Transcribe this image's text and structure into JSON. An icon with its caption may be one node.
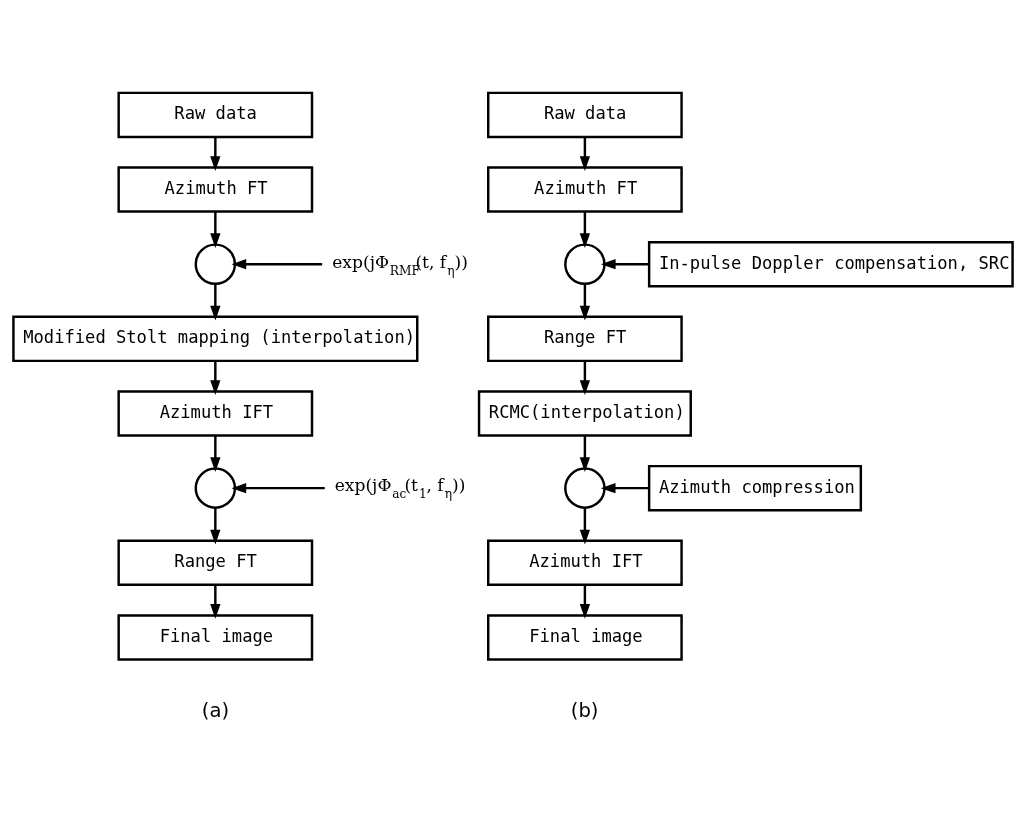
{
  "diagram": {
    "nodes": [
      {
        "text": [
          "Raw data"
        ]
      },
      {
        "text": [
          "Azimuth FT"
        ]
      },
      {
        "text": [],
        "shape": "circle"
      },
      {
        "text": [
          "exp(jΦ$_{RMF}$(t, f$_{η}$))"
        ]
      },
      {
        "text": [
          "Modified Stolt mapping (interpolation)"
        ]
      },
      {
        "text": [
          "Azimuth IFT"
        ]
      },
      {
        "text": [],
        "shape": "circle"
      },
      {
        "text": [
          "exp(jΦ$_{ac}$(t$_{1}$, f$_{η}$))"
        ]
      },
      {
        "text": [
          "Range FT"
        ]
      },
      {
        "text": [
          "Final image"
        ]
      },
      {
        "text": [
          "Raw data"
        ]
      },
      {
        "text": [
          "Azimuth FT"
        ]
      },
      {
        "text": [],
        "shape": "circle"
      },
      {
        "text": [
          "In-pulse Doppler compensation, SRC"
        ]
      },
      {
        "text": [
          "Range FT"
        ]
      },
      {
        "text": [
          "RCMC(interpolation)"
        ]
      },
      {
        "text": [],
        "shape": "circle"
      },
      {
        "text": [
          "Azimuth compression"
        ]
      },
      {
        "text": [
          "Azimuth IFT"
        ]
      },
      {
        "text": [
          "Final image"
        ]
      }
    ],
    "edges": [
      {
        "from": 0,
        "to": 1,
        "arrow": "to"
      },
      {
        "from": 1,
        "to": 2,
        "arrow": "to"
      },
      {
        "from": 3,
        "to": 2,
        "arrow": "to"
      },
      {
        "from": 2,
        "to": 4,
        "arrow": "to"
      },
      {
        "from": 4,
        "to": 5,
        "arrow": "to"
      },
      {
        "from": 5,
        "to": 6,
        "arrow": "to"
      },
      {
        "from": 7,
        "to": 6,
        "arrow": "to"
      },
      {
        "from": 6,
        "to": 8,
        "arrow": "to"
      },
      {
        "from": 8,
        "to": 9,
        "arrow": "to"
      },
      {
        "from": 10,
        "to": 11,
        "arrow": "to"
      },
      {
        "from": 11,
        "to": 12,
        "arrow": "to"
      },
      {
        "from": 13,
        "to": 12,
        "arrow": "to"
      },
      {
        "from": 12,
        "to": 14,
        "arrow": "to"
      },
      {
        "from": 14,
        "to": 15,
        "arrow": "to"
      },
      {
        "from": 15,
        "to": 16,
        "arrow": "to"
      },
      {
        "from": 17,
        "to": 16,
        "arrow": "to"
      },
      {
        "from": 16,
        "to": 18,
        "arrow": "to"
      },
      {
        "from": 18,
        "to": 19,
        "arrow": "to"
      }
    ],
    "labels": [
      "(a)",
      "(b)"
    ]
  }
}
